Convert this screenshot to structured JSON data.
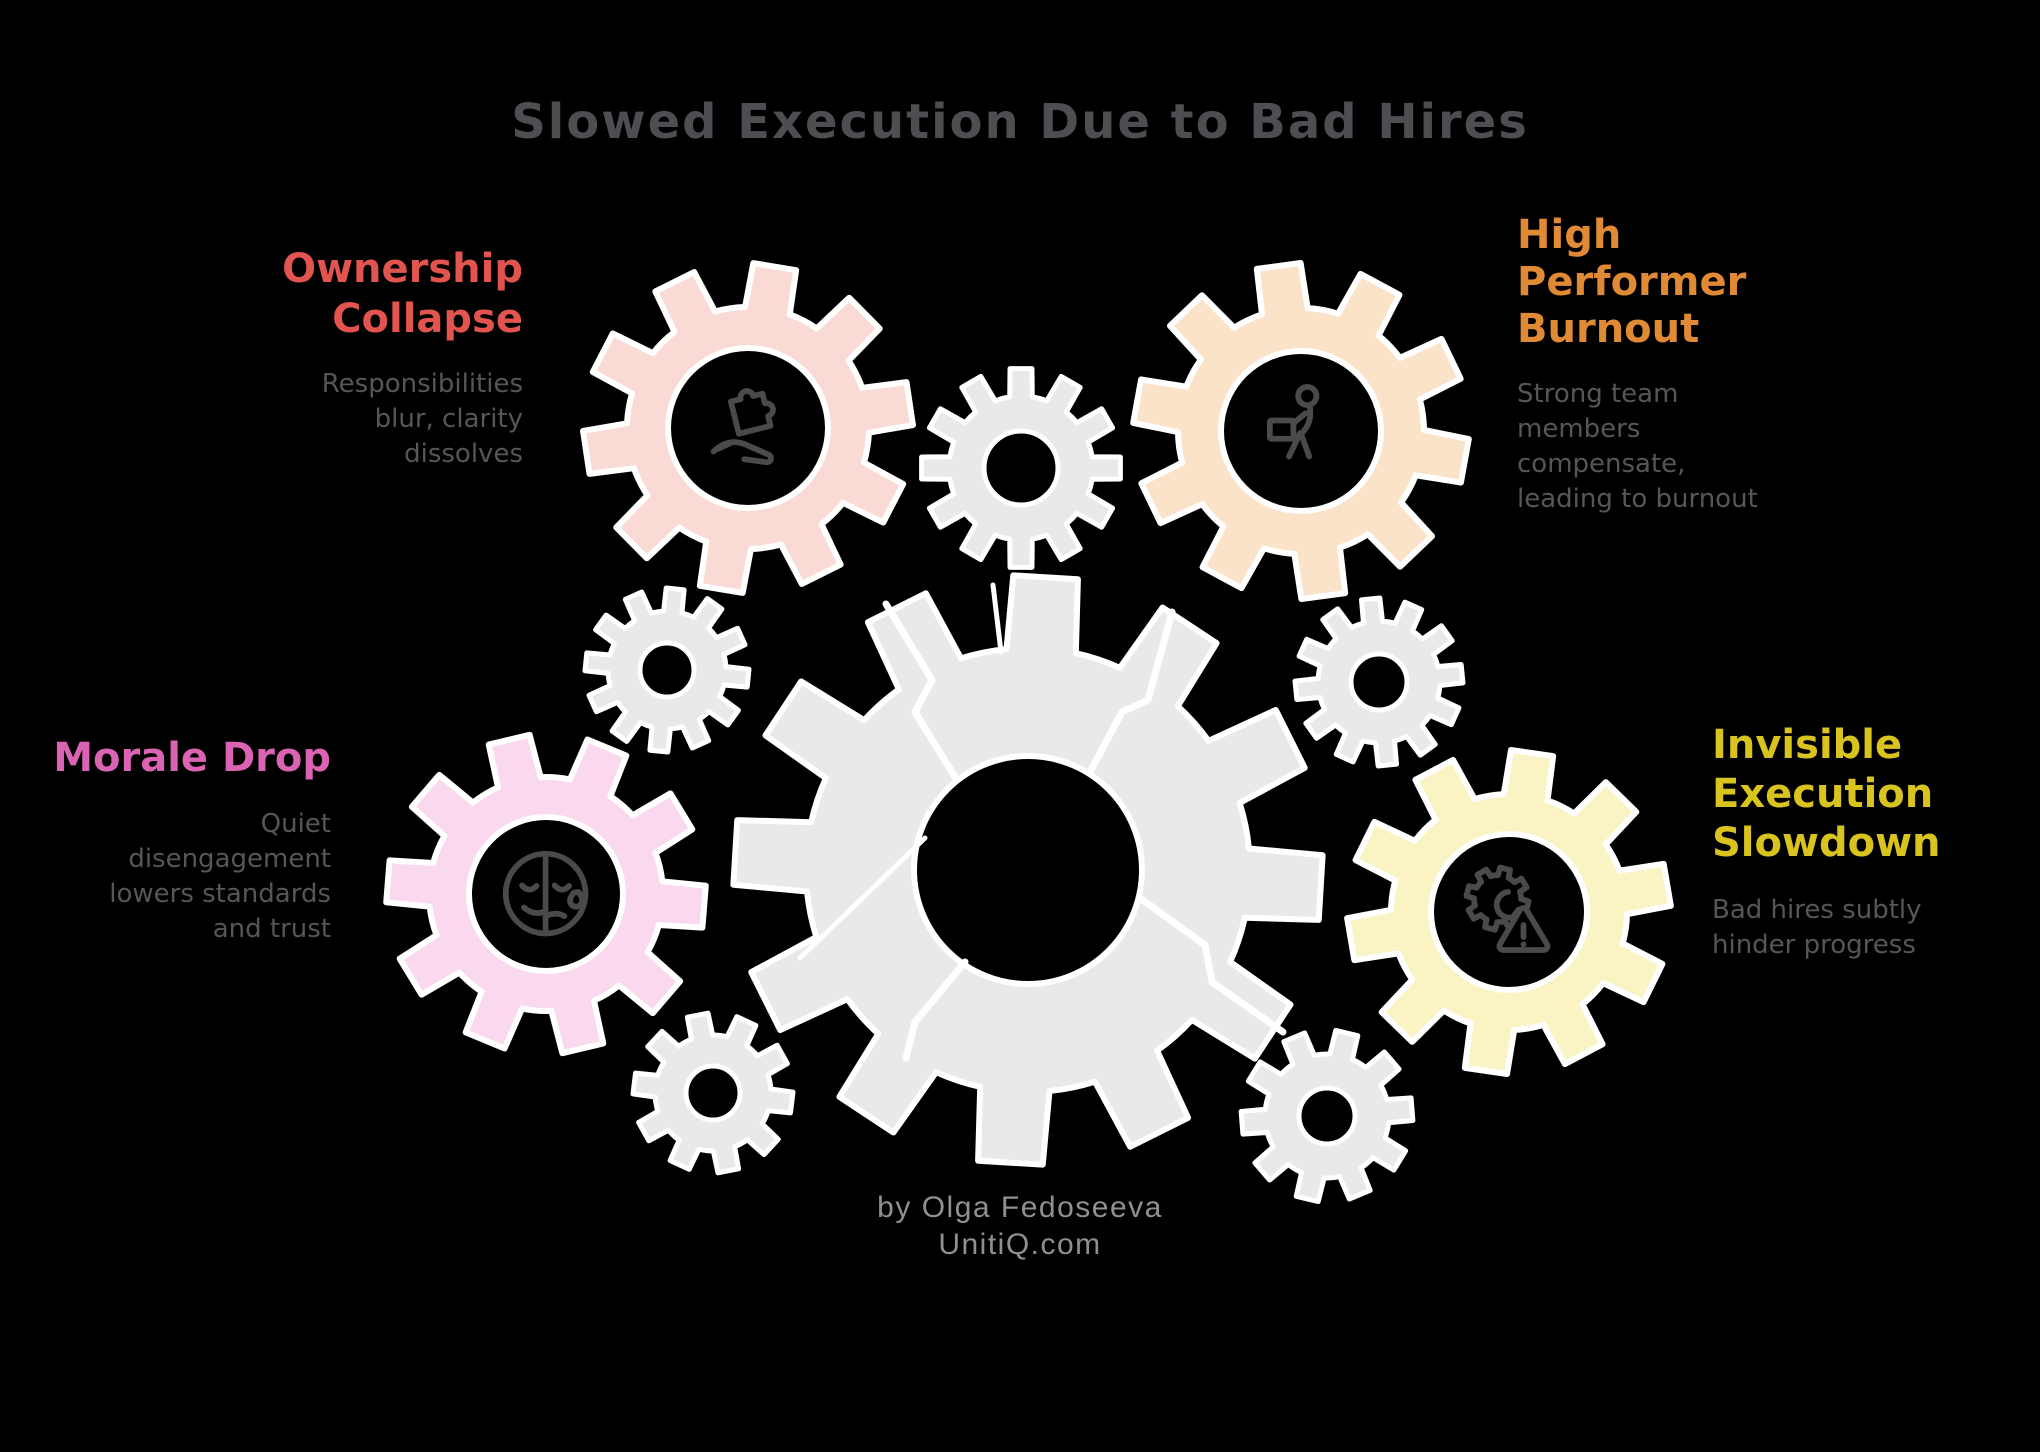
{
  "title": "Slowed Execution Due to Bad Hires",
  "colors": {
    "background": "#000000",
    "title_text": "#4C4E52",
    "body_text": "#55565A",
    "footer_text": "#8E9094",
    "gear_gray": "#E9E9E9",
    "gear_outline": "#FFFFFF",
    "icon_stroke": "#4A4A4A",
    "ownership_accent": "#E2544F",
    "ownership_gear": "#FADAD5",
    "burnout_accent": "#E08A35",
    "burnout_gear": "#FBE3CA",
    "morale_accent": "#DB63B4",
    "morale_gear": "#FAD8EE",
    "slowdown_accent": "#D9C31F",
    "slowdown_gear": "#FAF3C3"
  },
  "sections": {
    "ownership": {
      "heading_lines": [
        "Ownership",
        "Collapse"
      ],
      "body_lines": [
        "Responsibilities",
        "blur, clarity",
        "dissolves"
      ],
      "icon": "hand-holding-puzzle-icon"
    },
    "burnout": {
      "heading_lines": [
        "High",
        "Performer",
        "Burnout"
      ],
      "body_lines": [
        "Strong team",
        "members",
        "compensate,",
        "leading to burnout"
      ],
      "icon": "person-carrying-box-icon"
    },
    "morale": {
      "heading_lines": [
        "Morale Drop"
      ],
      "body_lines": [
        "Quiet",
        "disengagement",
        "lowers standards",
        "and trust"
      ],
      "icon": "split-happy-sad-face-icon"
    },
    "slowdown": {
      "heading_lines": [
        "Invisible",
        "Execution",
        "Slowdown"
      ],
      "body_lines": [
        "Bad hires subtly",
        "hinder progress"
      ],
      "icon": "gear-warning-icon"
    }
  },
  "footer": {
    "byline": "by Olga Fedoseeva",
    "website": "UnitiQ.com"
  }
}
